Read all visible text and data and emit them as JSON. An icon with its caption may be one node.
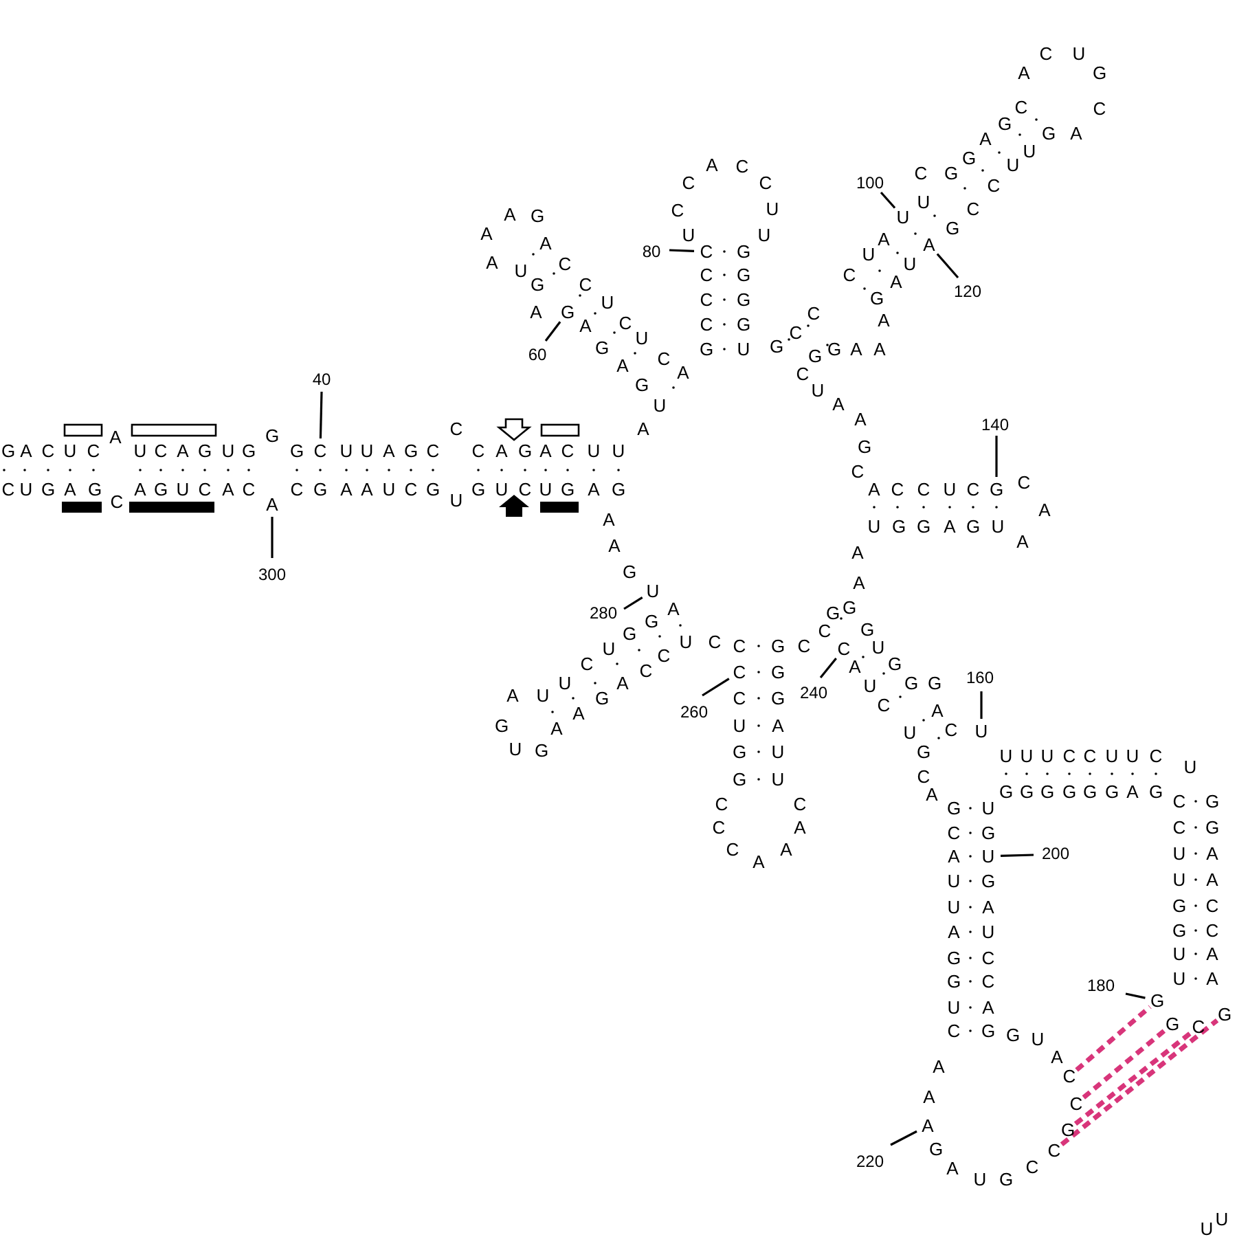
{
  "diagram": {
    "nodes": [
      {
        "text": [
          "100"
        ]
      },
      {
        "text": [
          "80"
        ]
      },
      {
        "text": [
          "120"
        ]
      },
      {
        "text": [
          "60"
        ]
      },
      {
        "text": [
          "40"
        ]
      },
      {
        "text": [
          "140"
        ]
      },
      {
        "text": [
          "300"
        ]
      },
      {
        "text": [
          "280"
        ]
      },
      {
        "text": [
          "160"
        ]
      },
      {
        "text": [
          "240"
        ]
      },
      {
        "text": [
          "260"
        ]
      },
      {
        "text": [
          "200"
        ]
      },
      {
        "text": [
          "180"
        ]
      },
      {
        "text": [
          "220"
        ]
      },
      {
        "text": [
          "C"
        ]
      },
      {
        "text": [
          "C"
        ]
      },
      {
        "text": [
          "G"
        ]
      },
      {
        "text": [
          "C"
        ]
      },
      {
        "text": [
          "G"
        ]
      },
      {
        "text": [
          "G"
        ]
      },
      {
        "text": [
          "C"
        ]
      },
      {
        "text": [
          "G"
        ]
      },
      {
        "text": [
          "U"
        ]
      },
      {
        "text": [
          "C"
        ]
      },
      {
        "text": [
          "A"
        ]
      },
      {
        "text": [
          "G"
        ]
      },
      {
        "text": [
          "C"
        ]
      },
      {
        "text": [
          "G"
        ]
      },
      {
        "text": [
          "A"
        ]
      },
      {
        "text": [
          "U"
        ]
      },
      {
        "text": [
          "U"
        ]
      },
      {
        "text": [
          "C"
        ]
      },
      {
        "text": [
          "C"
        ]
      },
      {
        "text": [
          "U"
        ]
      },
      {
        "text": [
          "A"
        ]
      }
    ],
    "edges": [
      {
        "from": 0,
        "to": 22,
        "arrow": "none"
      },
      {
        "from": 1,
        "to": 23,
        "arrow": "none"
      },
      {
        "from": 2,
        "to": 24,
        "arrow": "none"
      },
      {
        "from": 3,
        "to": 25,
        "arrow": "none"
      },
      {
        "from": 4,
        "to": 26,
        "arrow": "none"
      },
      {
        "from": 5,
        "to": 27,
        "arrow": "none"
      },
      {
        "from": 6,
        "to": 28,
        "arrow": "none"
      },
      {
        "from": 7,
        "to": 29,
        "arrow": "none"
      },
      {
        "from": 8,
        "to": 30,
        "arrow": "none"
      },
      {
        "from": 9,
        "to": 31,
        "arrow": "none"
      },
      {
        "from": 10,
        "to": 32,
        "arrow": "none"
      },
      {
        "from": 11,
        "to": 33,
        "arrow": "none"
      },
      {
        "from": 12,
        "to": 18,
        "arrow": "none"
      },
      {
        "from": 13,
        "to": 34,
        "arrow": "none"
      },
      {
        "from": 14,
        "to": 18,
        "arrow": "none",
        "style": "dashed",
        "color": "#d8357a"
      },
      {
        "from": 15,
        "to": 19,
        "arrow": "none",
        "style": "dashed",
        "color": "#d8357a"
      },
      {
        "from": 16,
        "to": 20,
        "arrow": "none",
        "style": "dashed",
        "color": "#d8357a"
      },
      {
        "from": 17,
        "to": 21,
        "arrow": "none",
        "style": "dashed",
        "color": "#d8357a"
      }
    ],
    "labels": [
      "GACUC",
      "A",
      "UCAGUG",
      "G",
      "G",
      "UUAGC",
      "C",
      "CAGACUU",
      "CUGAG",
      "C",
      "AGUCAC",
      "CGAAUCG",
      "U",
      "GUCUGAG",
      "AGAGUA",
      "UGA",
      "AG",
      "A",
      "A",
      "A",
      "CCUCUCA",
      "CCCG",
      "CCU",
      "ACCUUGGGGU",
      "CCG",
      "GCUAA",
      "GAA",
      "AUC",
      "U",
      "C",
      "CGAGG",
      "CU",
      "A",
      "G",
      "C",
      "A",
      "GUUCCG",
      "UAGA",
      "GC",
      "ACCUC",
      "CAA",
      "UGGAGU",
      "AAG",
      "GCC",
      "GGGAUU",
      "CCCA",
      "CAA",
      "C",
      "CUGG",
      "C",
      "UCCAGAA",
      "U",
      "AU",
      "G",
      "UG",
      "AGGUC",
      "AAG",
      "GUGGG",
      "AUCUGCA",
      "AC",
      "GCAUUAGGUC",
      "UG",
      "GAUCCAG",
      "GUA",
      "GAUGC",
      "AA",
      "UUUCCUUC",
      "GGGGGGAG",
      "U",
      "CCUUGGUU",
      "GGAACCAA",
      "UU"
    ]
  }
}
